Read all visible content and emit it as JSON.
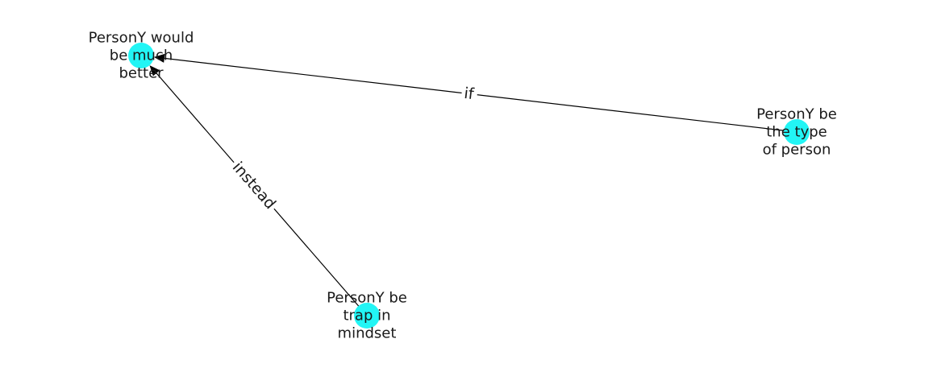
{
  "graph": {
    "node_color": "#22f5f5",
    "edge_color": "#000000",
    "nodes": [
      {
        "id": "n1",
        "lines": [
          "PersonY would",
          "be much",
          "better"
        ]
      },
      {
        "id": "n2",
        "lines": [
          "PersonY be",
          "the type",
          "of person"
        ]
      },
      {
        "id": "n3",
        "lines": [
          "PersonY be",
          "trap in",
          "mindset"
        ]
      }
    ],
    "edges": [
      {
        "from": "n2",
        "to": "n1",
        "label": "if"
      },
      {
        "from": "n3",
        "to": "n1",
        "label": "instead"
      }
    ]
  }
}
